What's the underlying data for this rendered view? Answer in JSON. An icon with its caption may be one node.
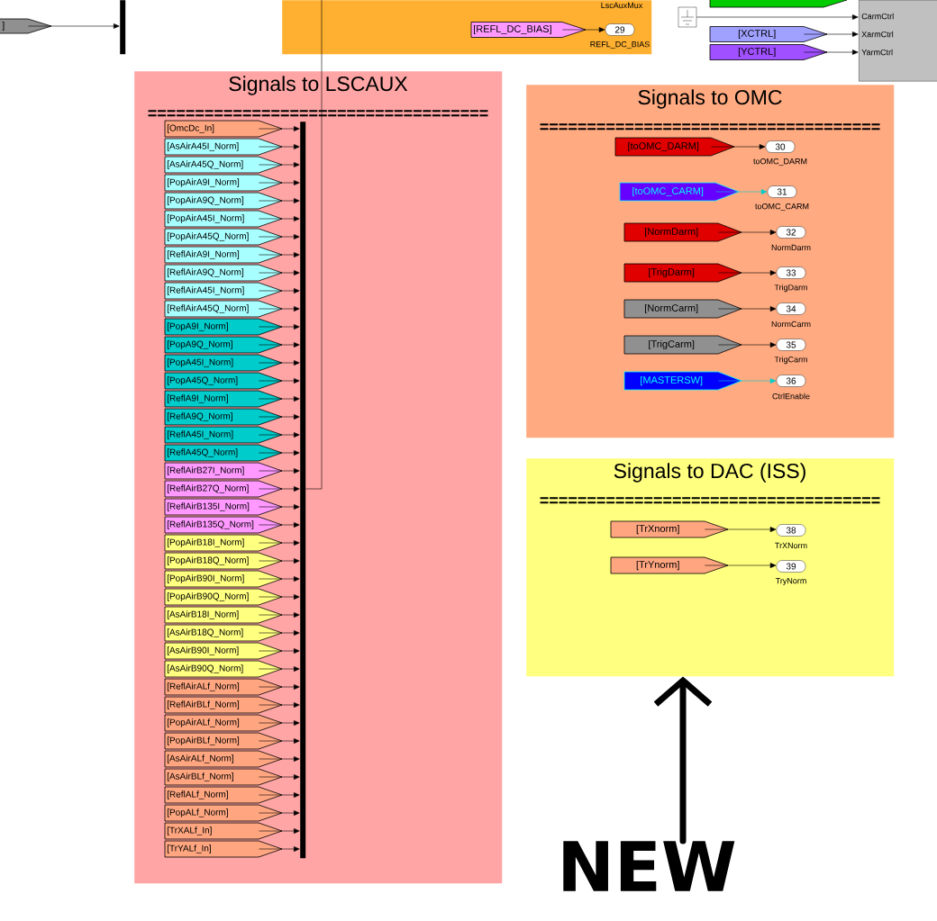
{
  "diagram": {
    "nodes": [
      {
        "text": [
          "]"
        ]
      },
      {
        "text": [],
        "shape": "bar"
      },
      {
        "text": [],
        "shape": "box"
      },
      {
        "text": [
          "[REFL_DC_BIAS]"
        ],
        "in": 2
      },
      {
        "text": [
          "29"
        ],
        "beside": [
          "REFL_DC_BIAS"
        ],
        "in": 2
      },
      {
        "text": [],
        "shape": "box"
      },
      {
        "text": [],
        "shape": "box"
      },
      {
        "text": [
          "[XCTRL]"
        ]
      },
      {
        "text": [
          "[YCTRL]"
        ]
      },
      {
        "text": [
          "CarmCtrl",
          "XarmCtrl",
          "YarmCtrl"
        ]
      },
      {
        "text": [
          "Signals to LSCAUX",
          "===================================="
        ]
      },
      {
        "text": [
          "[OmcDc_In]"
        ],
        "in": 10
      },
      {
        "text": [
          "[AsAirA45I_Norm]"
        ],
        "in": 10
      },
      {
        "text": [
          "[AsAirA45Q_Norm]"
        ],
        "in": 10
      },
      {
        "text": [
          "[PopAirA9I_Norm]"
        ],
        "in": 10
      },
      {
        "text": [
          "[PopAirA9Q_Norm]"
        ],
        "in": 10
      },
      {
        "text": [
          "[PopAirA45I_Norm]"
        ],
        "in": 10
      },
      {
        "text": [
          "[PopAirA45Q_Norm]"
        ],
        "in": 10
      },
      {
        "text": [
          "[ReflAirA9I_Norm]"
        ],
        "in": 10
      },
      {
        "text": [
          "[ReflAirA9Q_Norm]"
        ],
        "in": 10
      },
      {
        "text": [
          "[ReflAirA45I_Norm]"
        ],
        "in": 10
      },
      {
        "text": [
          "[ReflAirA45Q_Norm]"
        ],
        "in": 10
      },
      {
        "text": [
          "[PopA9I_Norm]"
        ],
        "in": 10
      },
      {
        "text": [
          "[PopA9Q_Norm]"
        ],
        "in": 10
      },
      {
        "text": [
          "[PopA45I_Norm]"
        ],
        "in": 10
      },
      {
        "text": [
          "[PopA45Q_Norm]"
        ],
        "in": 10
      },
      {
        "text": [
          "[ReflA9I_Norm]"
        ],
        "in": 10
      },
      {
        "text": [
          "[ReflA9Q_Norm]"
        ],
        "in": 10
      },
      {
        "text": [
          "[ReflA45I_Norm]"
        ],
        "in": 10
      },
      {
        "text": [
          "[ReflA45Q_Norm]"
        ],
        "in": 10
      },
      {
        "text": [
          "[ReflAirB27I_Norm]"
        ],
        "in": 10
      },
      {
        "text": [
          "[ReflAirB27Q_Norm]"
        ],
        "in": 10
      },
      {
        "text": [
          "[ReflAirB135I_Norm]"
        ],
        "in": 10
      },
      {
        "text": [
          "[ReflAirB135Q_Norm]"
        ],
        "in": 10
      },
      {
        "text": [
          "[PopAirB18I_Norm]"
        ],
        "in": 10
      },
      {
        "text": [
          "[PopAirB18Q_Norm]"
        ],
        "in": 10
      },
      {
        "text": [
          "[PopAirB90I_Norm]"
        ],
        "in": 10
      },
      {
        "text": [
          "[PopAirB90Q_Norm]"
        ],
        "in": 10
      },
      {
        "text": [
          "[AsAirB18I_Norm]"
        ],
        "in": 10
      },
      {
        "text": [
          "[AsAirB18Q_Norm]"
        ],
        "in": 10
      },
      {
        "text": [
          "[AsAirB90I_Norm]"
        ],
        "in": 10
      },
      {
        "text": [
          "[AsAirB90Q_Norm]"
        ],
        "in": 10
      },
      {
        "text": [
          "[ReflAirALf_Norm]"
        ],
        "in": 10
      },
      {
        "text": [
          "[ReflAirBLf_Norm]"
        ],
        "in": 10
      },
      {
        "text": [
          "[PopAirALf_Norm]"
        ],
        "in": 10
      },
      {
        "text": [
          "[PopAirBLf_Norm]"
        ],
        "in": 10
      },
      {
        "text": [
          "[AsAirALf_Norm]"
        ],
        "in": 10
      },
      {
        "text": [
          "[AsAirBLf_Norm]"
        ],
        "in": 10
      },
      {
        "text": [
          "[ReflALf_Norm]"
        ],
        "in": 10
      },
      {
        "text": [
          "[PopALf_Norm]"
        ],
        "in": 10
      },
      {
        "text": [
          "[TrXALf_In]"
        ],
        "in": 10
      },
      {
        "text": [
          "[TrYALf_In]"
        ],
        "in": 10
      },
      {
        "text": [],
        "shape": "bar",
        "in": 10
      },
      {
        "text": [
          "Signals to OMC",
          "===================================="
        ]
      },
      {
        "text": [
          "[toOMC_DARM]"
        ],
        "in": 53
      },
      {
        "text": [
          "[toOMC_CARM]"
        ],
        "in": 53
      },
      {
        "text": [
          "[NormDarm]"
        ],
        "in": 53
      },
      {
        "text": [
          "[TrigDarm]"
        ],
        "in": 53
      },
      {
        "text": [
          "[NormCarm]"
        ],
        "in": 53
      },
      {
        "text": [
          "[TrigCarm]"
        ],
        "in": 53
      },
      {
        "text": [
          "[MASTERSW]"
        ],
        "in": 53
      },
      {
        "text": [
          "30"
        ],
        "beside": [
          "toOMC_DARM"
        ],
        "in": 53
      },
      {
        "text": [
          "31"
        ],
        "beside": [
          "toOMC_CARM"
        ],
        "in": 53
      },
      {
        "text": [
          "32"
        ],
        "beside": [
          "NormDarm"
        ],
        "in": 53
      },
      {
        "text": [
          "33"
        ],
        "beside": [
          "TrigDarm"
        ],
        "in": 53
      },
      {
        "text": [
          "34"
        ],
        "beside": [
          "NormCarm"
        ],
        "in": 53
      },
      {
        "text": [
          "35"
        ],
        "beside": [
          "TrigCarm"
        ],
        "in": 53
      },
      {
        "text": [
          "36"
        ],
        "beside": [
          "CtrlEnable"
        ],
        "in": 53
      },
      {
        "text": [
          "Signals to DAC (ISS)",
          "===================================="
        ]
      },
      {
        "text": [
          "[TrXnorm]"
        ],
        "in": 68
      },
      {
        "text": [
          "[TrYnorm]"
        ],
        "in": 68
      },
      {
        "text": [
          "38"
        ],
        "beside": [
          "TrXNorm"
        ],
        "in": 68
      },
      {
        "text": [
          "39"
        ],
        "beside": [
          "TryNorm"
        ],
        "in": 68
      },
      {
        "text": [
          "NEW"
        ]
      }
    ],
    "edges": [
      {
        "from": 0,
        "to": 1,
        "arrow": "to"
      },
      {
        "from": 3,
        "to": 4,
        "arrow": "to"
      },
      {
        "from": 5,
        "to": 9,
        "arrow": "to"
      },
      {
        "from": 7,
        "to": 9,
        "arrow": "to"
      },
      {
        "from": 8,
        "to": 9,
        "arrow": "to"
      },
      {
        "from": 11,
        "to": 52,
        "arrow": "to"
      },
      {
        "from": 12,
        "to": 52,
        "arrow": "to"
      },
      {
        "from": 13,
        "to": 52,
        "arrow": "to"
      },
      {
        "from": 14,
        "to": 52,
        "arrow": "to"
      },
      {
        "from": 15,
        "to": 52,
        "arrow": "to"
      },
      {
        "from": 16,
        "to": 52,
        "arrow": "to"
      },
      {
        "from": 17,
        "to": 52,
        "arrow": "to"
      },
      {
        "from": 18,
        "to": 52,
        "arrow": "to"
      },
      {
        "from": 19,
        "to": 52,
        "arrow": "to"
      },
      {
        "from": 20,
        "to": 52,
        "arrow": "to"
      },
      {
        "from": 21,
        "to": 52,
        "arrow": "to"
      },
      {
        "from": 22,
        "to": 52,
        "arrow": "to"
      },
      {
        "from": 23,
        "to": 52,
        "arrow": "to"
      },
      {
        "from": 24,
        "to": 52,
        "arrow": "to"
      },
      {
        "from": 25,
        "to": 52,
        "arrow": "to"
      },
      {
        "from": 26,
        "to": 52,
        "arrow": "to"
      },
      {
        "from": 27,
        "to": 52,
        "arrow": "to"
      },
      {
        "from": 28,
        "to": 52,
        "arrow": "to"
      },
      {
        "from": 29,
        "to": 52,
        "arrow": "to"
      },
      {
        "from": 30,
        "to": 52,
        "arrow": "to"
      },
      {
        "from": 31,
        "to": 52,
        "arrow": "to"
      },
      {
        "from": 32,
        "to": 52,
        "arrow": "to"
      },
      {
        "from": 33,
        "to": 52,
        "arrow": "to"
      },
      {
        "from": 34,
        "to": 52,
        "arrow": "to"
      },
      {
        "from": 35,
        "to": 52,
        "arrow": "to"
      },
      {
        "from": 36,
        "to": 52,
        "arrow": "to"
      },
      {
        "from": 37,
        "to": 52,
        "arrow": "to"
      },
      {
        "from": 38,
        "to": 52,
        "arrow": "to"
      },
      {
        "from": 39,
        "to": 52,
        "arrow": "to"
      },
      {
        "from": 40,
        "to": 52,
        "arrow": "to"
      },
      {
        "from": 41,
        "to": 52,
        "arrow": "to"
      },
      {
        "from": 42,
        "to": 52,
        "arrow": "to"
      },
      {
        "from": 43,
        "to": 52,
        "arrow": "to"
      },
      {
        "from": 44,
        "to": 52,
        "arrow": "to"
      },
      {
        "from": 45,
        "to": 52,
        "arrow": "to"
      },
      {
        "from": 46,
        "to": 52,
        "arrow": "to"
      },
      {
        "from": 47,
        "to": 52,
        "arrow": "to"
      },
      {
        "from": 48,
        "to": 52,
        "arrow": "to"
      },
      {
        "from": 49,
        "to": 52,
        "arrow": "to"
      },
      {
        "from": 50,
        "to": 52,
        "arrow": "to"
      },
      {
        "from": 51,
        "to": 52,
        "arrow": "to"
      },
      {
        "from": 52,
        "to": 2,
        "arrow": "none"
      },
      {
        "from": 54,
        "to": 61,
        "arrow": "to"
      },
      {
        "from": 55,
        "to": 62,
        "arrow": "to",
        "color": "#00cccc"
      },
      {
        "from": 56,
        "to": 63,
        "arrow": "to"
      },
      {
        "from": 57,
        "to": 64,
        "arrow": "to"
      },
      {
        "from": 58,
        "to": 65,
        "arrow": "to"
      },
      {
        "from": 59,
        "to": 66,
        "arrow": "to"
      },
      {
        "from": 60,
        "to": 67,
        "arrow": "to",
        "color": "#00cccc"
      },
      {
        "from": 69,
        "to": 71,
        "arrow": "to"
      },
      {
        "from": 70,
        "to": 72,
        "arrow": "to"
      },
      {
        "from": 73,
        "to": 68,
        "arrow": "to",
        "style": "thick"
      }
    ],
    "labels": [
      "LscAuxMux"
    ]
  }
}
